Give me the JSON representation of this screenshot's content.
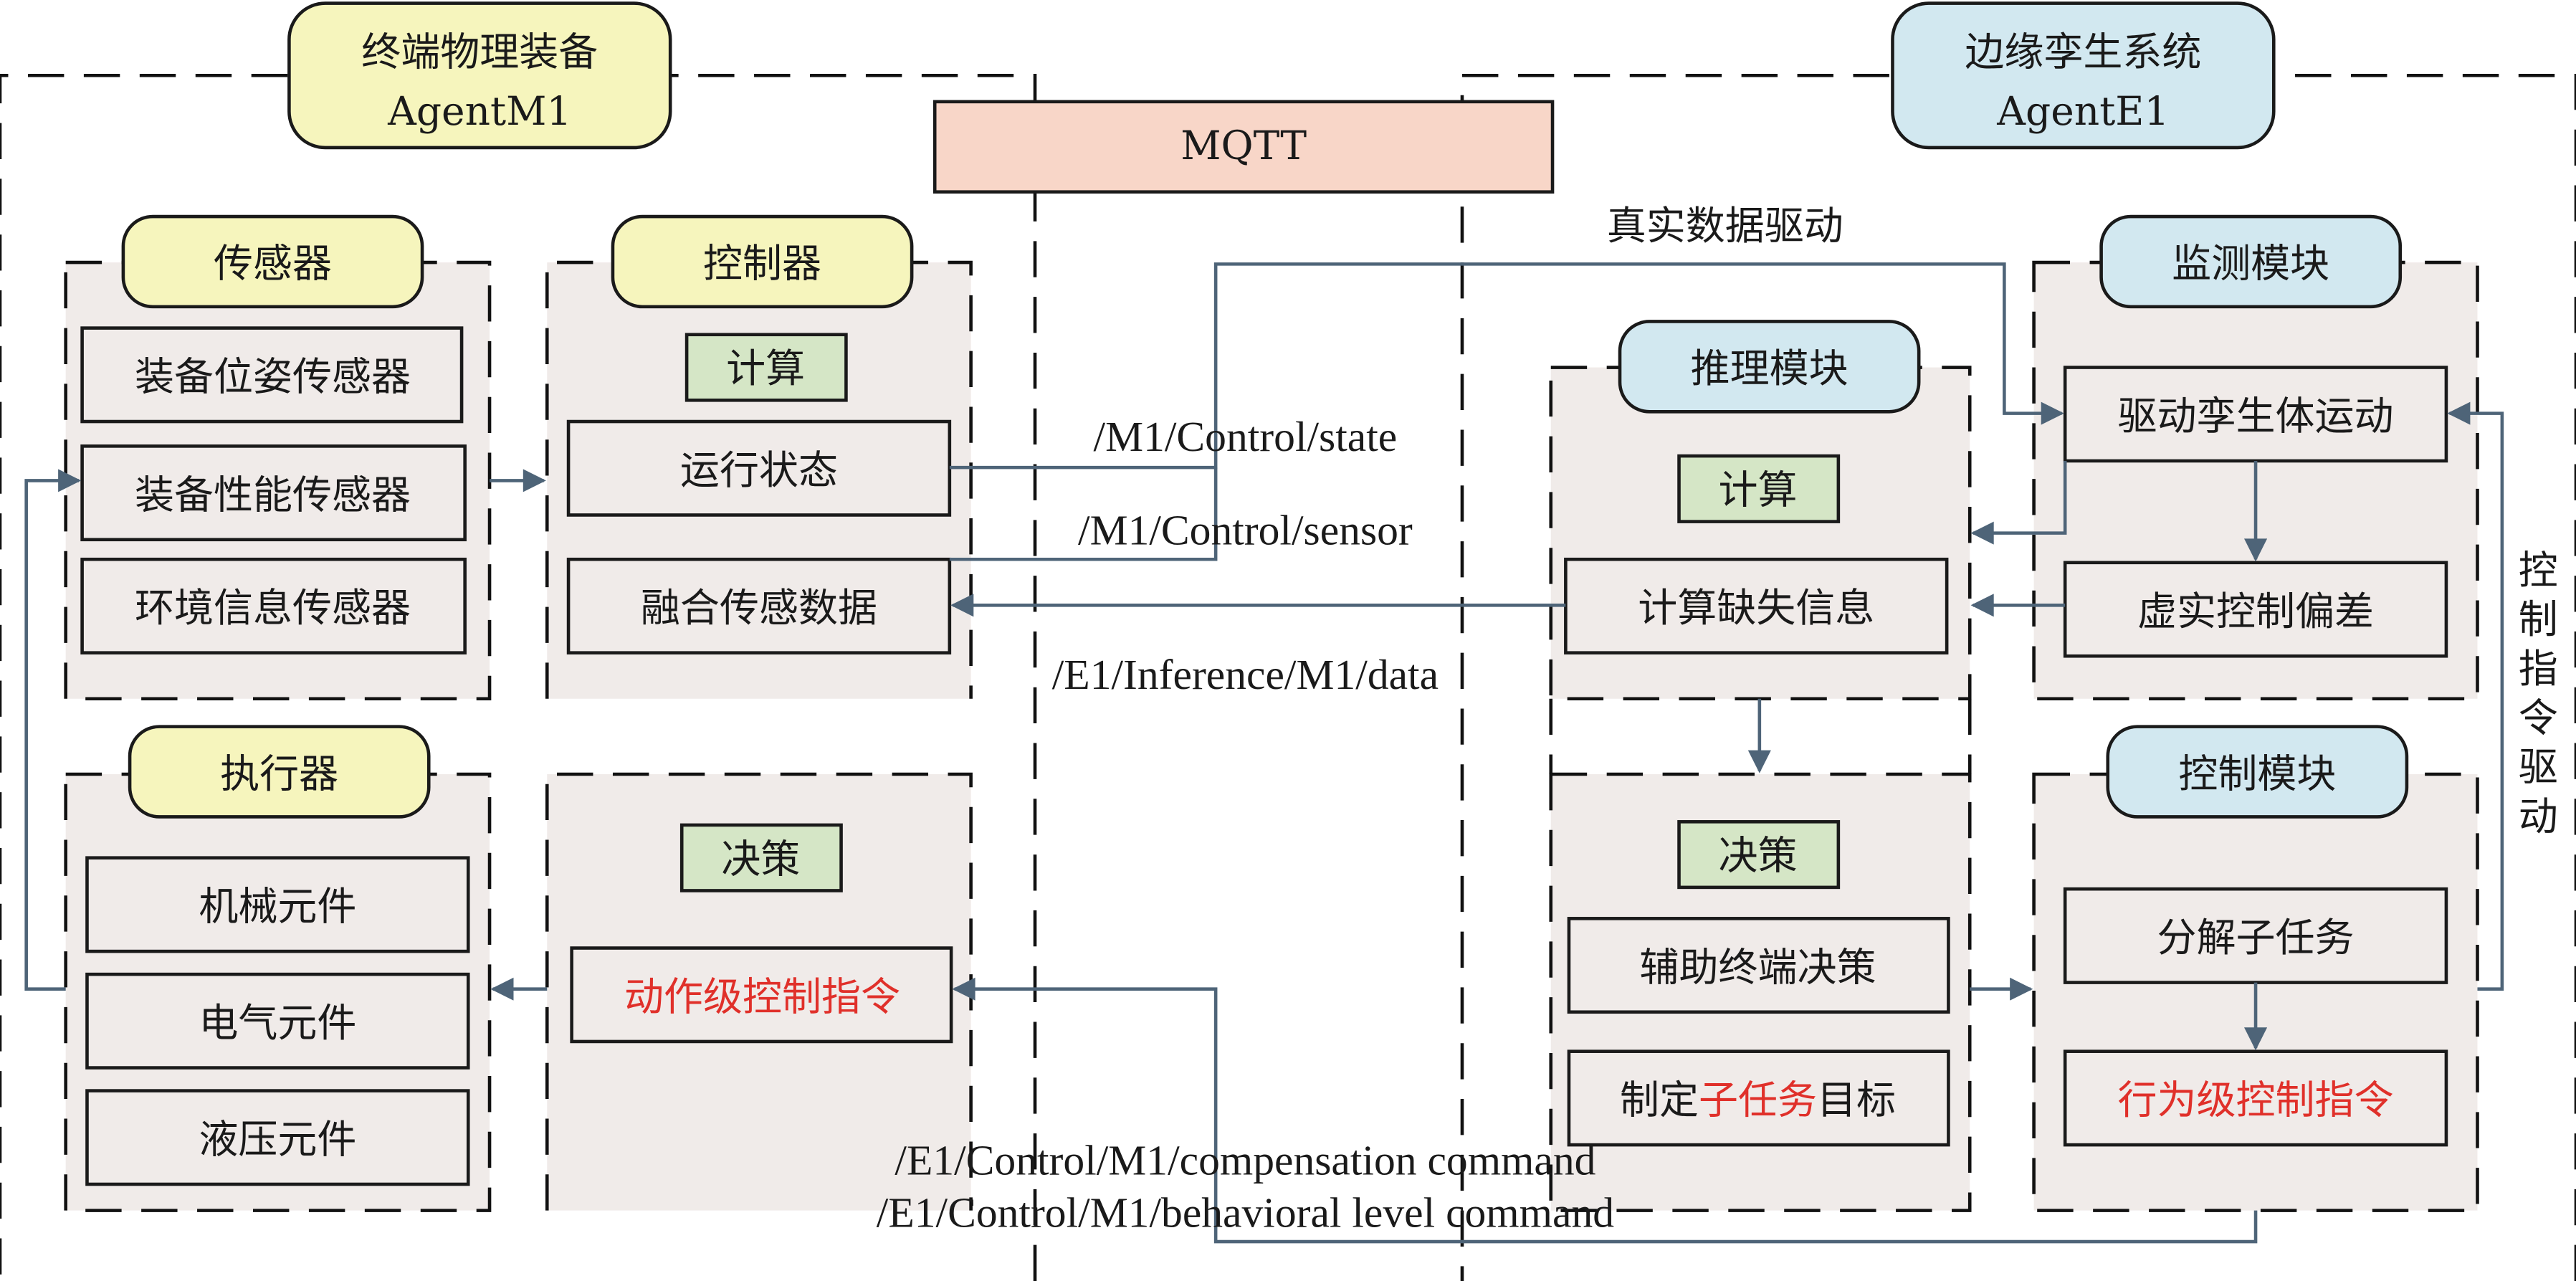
{
  "title": "Edge-terminal twin architecture via MQTT",
  "colors": {
    "accent_red": "#e0302a",
    "wire": "#4e6478",
    "yellow": "#f6f5bd",
    "blue": "#d2e8f0",
    "green": "#d5e6c6",
    "mqtt": "#f8d6c8",
    "panel": "#f0ebe9"
  },
  "terminal": {
    "title_cn": "终端物理装备",
    "title_en": "AgentM1",
    "sensor": {
      "title": "传感器",
      "items": [
        "装备位姿传感器",
        "装备性能传感器",
        "环境信息传感器"
      ]
    },
    "controller": {
      "title": "控制器",
      "compute_tag": "计算",
      "items": [
        "运行状态",
        "融合传感数据"
      ],
      "decision_tag": "决策",
      "decision_item": "动作级控制指令"
    },
    "actuator": {
      "title": "执行器",
      "items": [
        "机械元件",
        "电气元件",
        "液压元件"
      ]
    }
  },
  "broker": {
    "label": "MQTT"
  },
  "edge": {
    "title_cn": "边缘孪生系统",
    "title_en": "AgentE1",
    "inference": {
      "title": "推理模块",
      "compute_tag": "计算",
      "compute_item": "计算缺失信息",
      "decision_tag": "决策",
      "decision_items": [
        "辅助终端决策"
      ],
      "goal_prefix": "制定",
      "goal_highlight": "子任务",
      "goal_suffix": "目标"
    },
    "monitor": {
      "title": "监测模块",
      "items": [
        "驱动孪生体运动",
        "虚实控制偏差"
      ]
    },
    "control": {
      "title": "控制模块",
      "items": [
        "分解子任务"
      ],
      "command": "行为级控制指令"
    }
  },
  "labels": {
    "real_data_drive": "真实数据驱动",
    "control_cmd_drive": [
      "控",
      "制",
      "指",
      "令",
      "驱",
      "动"
    ],
    "topic_state": "/M1/Control/state",
    "topic_sensor": "/M1/Control/sensor",
    "topic_inference": "/E1/Inference/M1/data",
    "topic_compensation": "/E1/Control/M1/compensation command",
    "topic_behavioral": "/E1/Control/M1/behavioral level command"
  }
}
